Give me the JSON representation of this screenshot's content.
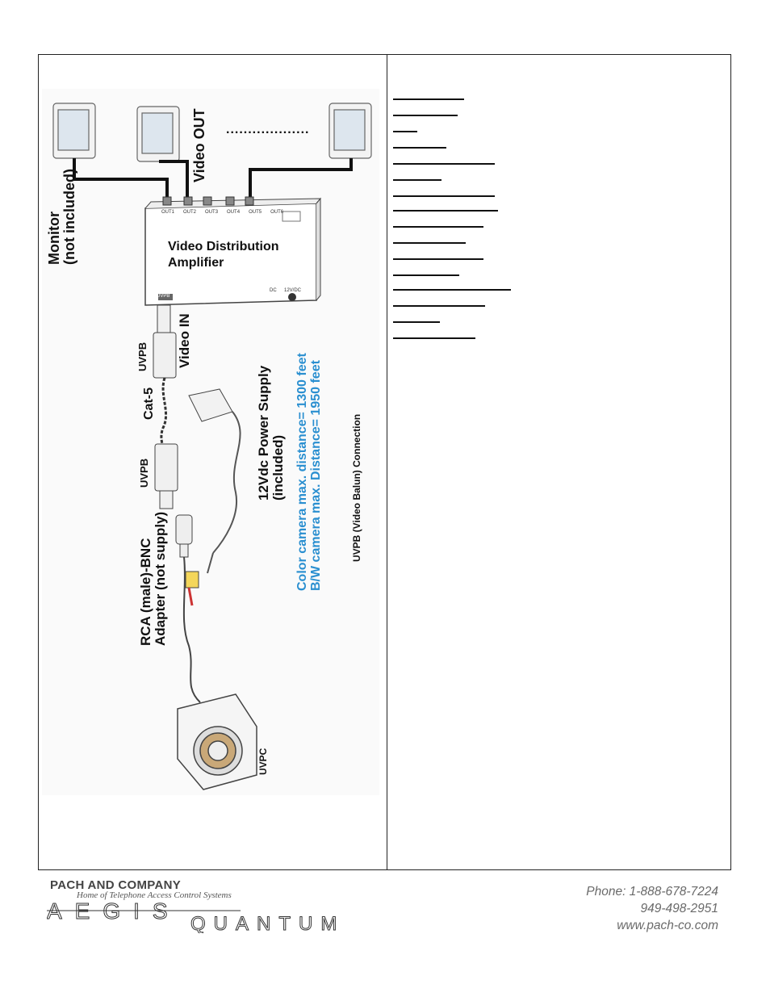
{
  "diagram": {
    "monitor_label_1": "Monitor",
    "monitor_label_2": "(not  included)",
    "video_out": "Video OUT",
    "dots": "...................",
    "amp_label_1": "Video Distribution",
    "amp_label_2": "Amplifier",
    "ports": [
      "OUT1",
      "OUT2",
      "OUT3",
      "OUT4",
      "OUT5",
      "OUT6"
    ],
    "in_port": "UVPB",
    "dc_label": "DC",
    "pwr_label": "12V/DC",
    "uvpb_top": "UVPB",
    "video_in": "Video IN",
    "cat5": "Cat-5",
    "uvpb_bottom": "UVPB",
    "power_1": "12Vdc Power Supply",
    "power_2": "(included)",
    "rca_1": "RCA (male)-BNC",
    "rca_2": "Adapter (not supply)",
    "color_dist": "Color camera max. distance= 1300 feet",
    "bw_dist": "B/W camera max. Distance= 1950 feet",
    "caption_bold": "UVPB",
    "caption_rest": " (Video Balun) Connection",
    "uvpc": "UVPC",
    "colors": {
      "blue_text": "#2a8fd0",
      "line": "#111111"
    }
  },
  "footer": {
    "company": "PACH AND COMPANY",
    "tagline": "Home of Telephone Access Control Systems",
    "logo_word_1": "AEGIS",
    "logo_word_2": "QUANTUM",
    "phone": "Phone: 1-888-678-7224",
    "phone2": "949-498-2951",
    "web": "www.pach-co.com"
  }
}
